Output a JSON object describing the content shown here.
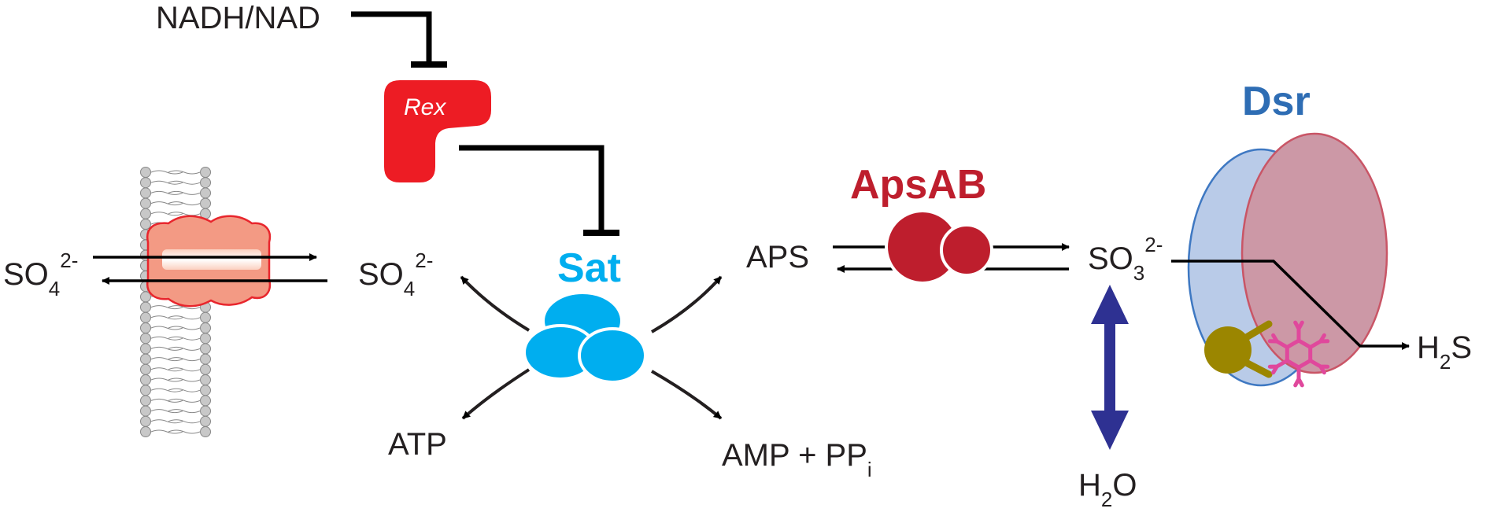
{
  "labels": {
    "nadh": "NADH/NAD",
    "rex": "Rex",
    "sat": "Sat",
    "apsab": "ApsAB",
    "dsr": "Dsr",
    "so4_out_base": "SO",
    "so4_out_sub": "4",
    "so4_out_sup": "2-",
    "so4_in_base": "SO",
    "so4_in_sub": "4",
    "so4_in_sup": "2-",
    "aps": "APS",
    "atp": "ATP",
    "amp_base": "AMP + PP",
    "amp_sub": "i",
    "so3_base": "SO",
    "so3_sub": "3",
    "so3_sup": "2-",
    "h2s_h": "H",
    "h2s_sub": "2",
    "h2s_s": "S",
    "h2o_h": "H",
    "h2o_sub": "2",
    "h2o_o": "O"
  },
  "colors": {
    "text": "#231f20",
    "line": "#000000",
    "arrow": "#231f20",
    "rex": "#ed1c24",
    "sat": "#00aeef",
    "apsab": "#be1e2d",
    "dsr_text": "#2e6db4",
    "dsr_blue_fill": "#b9cbe8",
    "dsr_blue_stroke": "#3e78c2",
    "dsr_red_fill": "#cc98a6",
    "dsr_red_stroke": "#c95566",
    "cofactor_olive": "#9b8600",
    "cofactor_magenta": "#e0489c",
    "transporter_fill": "#f39a84",
    "transporter_stroke": "#e8262d",
    "transporter_core": "#fde1d6",
    "lipid_head": "#c8c8c8",
    "lipid_stroke": "#888888",
    "h2o_arrow": "#2e3192"
  }
}
